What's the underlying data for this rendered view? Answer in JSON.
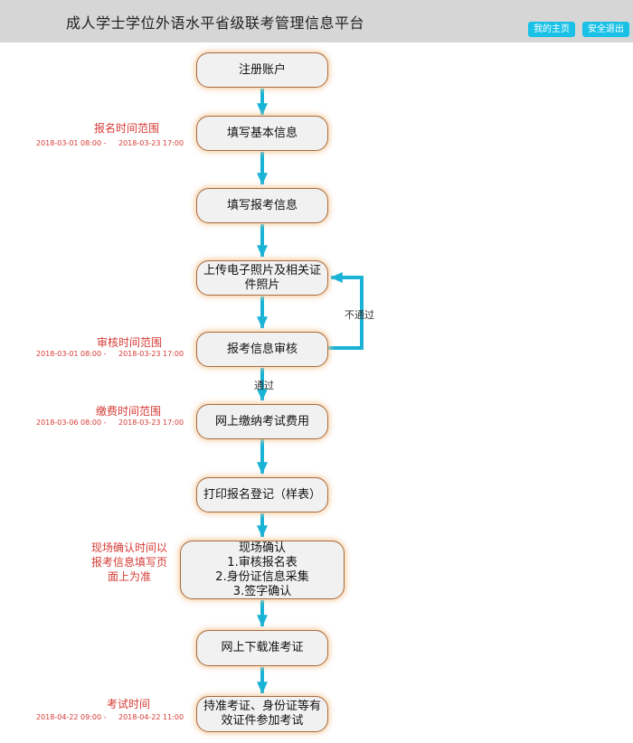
{
  "header": {
    "title": "成人学士学位外语水平省级联考管理信息平台",
    "home_button": "我的主页",
    "logout_button": "安全退出"
  },
  "steps": [
    {
      "label": "注册账户"
    },
    {
      "label": "填写基本信息"
    },
    {
      "label": "填写报考信息"
    },
    {
      "label": "上传电子照片及相关证",
      "label2": "件照片"
    },
    {
      "label": "报考信息审核"
    },
    {
      "label": "网上缴纳考试费用"
    },
    {
      "label": "打印报名登记（样表）"
    },
    {
      "title": "现场确认",
      "items": [
        "1.审核报名表",
        "2.身份证信息采集",
        "3.签字确认"
      ]
    },
    {
      "label": "网上下载准考证"
    },
    {
      "label": "持准考证、身份证等有",
      "label2": "效证件参加考试"
    }
  ],
  "edges": {
    "fail": "不通过",
    "pass": "通过"
  },
  "side": {
    "registration": {
      "title": "报名时间范围",
      "start": "2018-03-01 08:00 -",
      "end": "2018-03-23 17:00"
    },
    "review": {
      "title": "审核时间范围",
      "start": "2018-03-01 08:00 -",
      "end": "2018-03-23 17:00"
    },
    "payment": {
      "title": "缴费时间范围",
      "start": "2018-03-06 08:00 -",
      "end": "2018-03-23 17:00"
    },
    "confirm_note": {
      "line1": "现场确认时间以",
      "line2": "报考信息填写页",
      "line3": "面上为准"
    },
    "exam": {
      "title": "考试时间",
      "start": "2018-04-22 09:00 -",
      "end": "2018-04-22 11:00"
    }
  }
}
